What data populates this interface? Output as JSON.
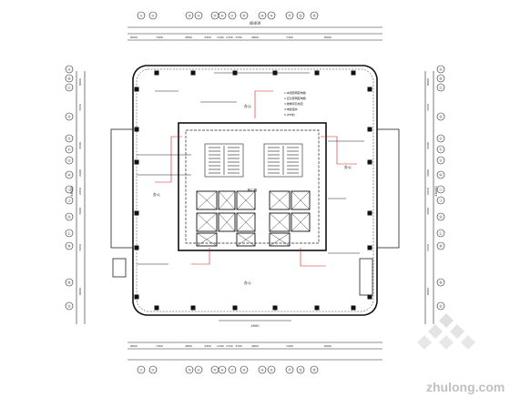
{
  "drawing": {
    "grid_bubbles_top": [
      "①",
      "②",
      "③",
      "④",
      "⑤",
      "⑥",
      "⑦",
      "⑧",
      "⑨",
      "⑩",
      "⑪",
      "⑫",
      "⑬"
    ],
    "grid_bubbles_left": [
      "Ⓐ",
      "Ⓑ",
      "Ⓒ",
      "Ⓓ",
      "Ⓔ",
      "Ⓕ",
      "Ⓖ",
      "Ⓗ",
      "Ⓘ",
      "Ⓙ",
      "Ⓚ",
      "Ⓛ",
      "Ⓜ",
      "Ⓝ",
      "Ⓞ"
    ],
    "dims_top": [
      "8000",
      "7400",
      "4800",
      "3450",
      "2100",
      "2700",
      "3150",
      "4800",
      "7400",
      "8000"
    ],
    "dims_bottom": [
      "8000",
      "7400",
      "4800",
      "3450",
      "2100",
      "2700",
      "3150",
      "4800",
      "7400",
      "8000"
    ],
    "dims_side": [
      "8000",
      "7450",
      "4500",
      "2600",
      "2650",
      "3600",
      "7450",
      "8000"
    ],
    "overall_dim": "48400",
    "side_overall_dim": "48400",
    "core_dim": "4900",
    "room_labels": {
      "north": "办公",
      "south": "办公",
      "west": "办公",
      "east": "办公",
      "core": "核心筒"
    },
    "notes": [
      "1.本层照明配电箱",
      "2.应急照明配电箱",
      "3.楼梯间及前室",
      "4.电缆竖井",
      "5.(PE线)"
    ]
  },
  "watermark": {
    "site": "zhulong.com"
  },
  "colors": {
    "line": "#1a1a1a",
    "accent": "#d02020",
    "watermark": "#c8c8c8"
  }
}
